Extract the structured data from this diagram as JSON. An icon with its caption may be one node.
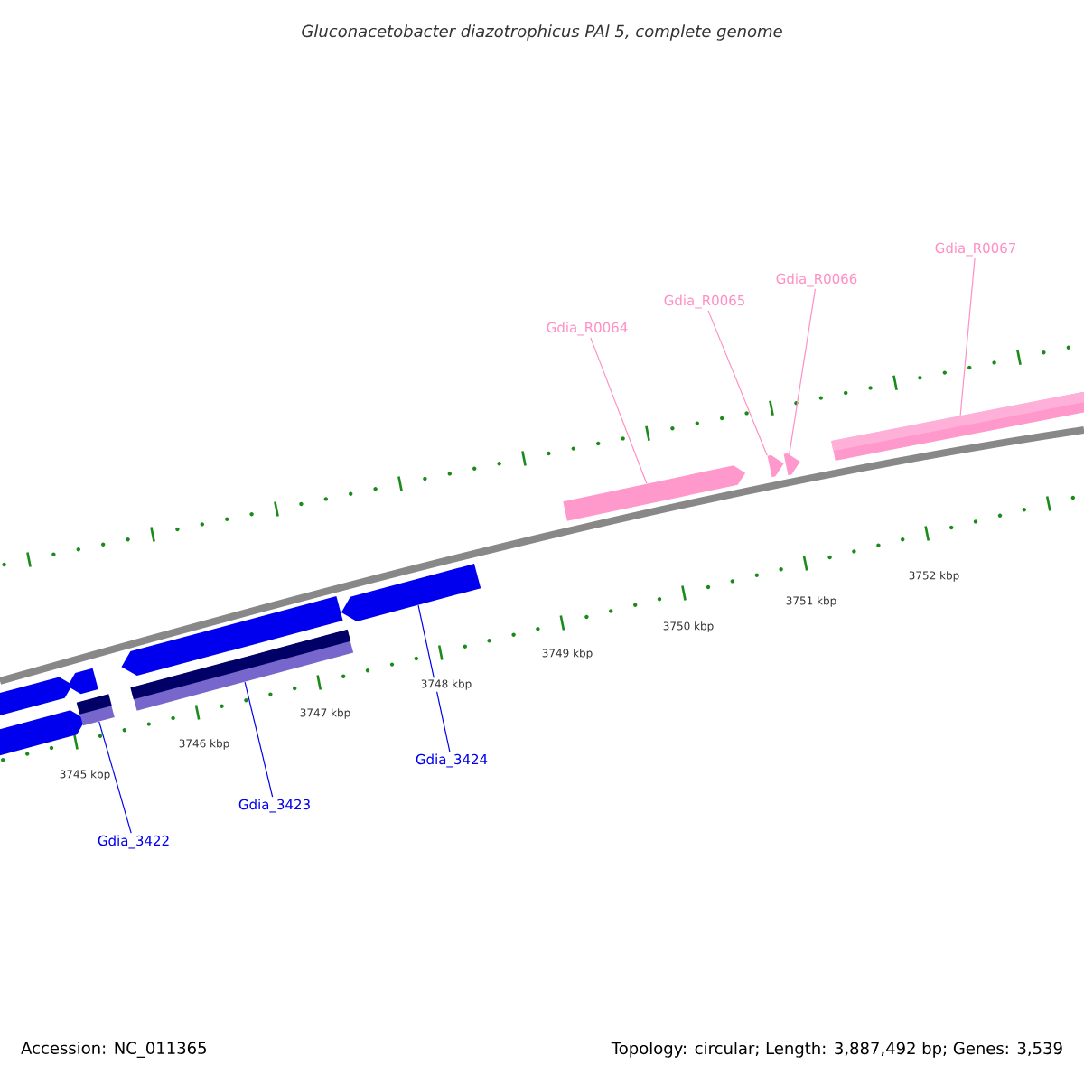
{
  "diagram": {
    "title": "Gluconacetobacter diazotrophicus PAl 5, complete genome",
    "nodes": [
      {
        "text": [
          "Gdia_R0064"
        ]
      },
      {
        "text": [
          "Gdia_R0065"
        ]
      },
      {
        "text": [
          "Gdia_R0066"
        ]
      },
      {
        "text": [
          "Gdia_R0067"
        ]
      },
      {
        "text": [],
        "shape": "arrow"
      },
      {
        "text": [],
        "shape": "arrow"
      },
      {
        "text": [],
        "shape": "arrow"
      },
      {
        "text": [],
        "shape": "bar"
      },
      {
        "text": [
          "Gdia_3422"
        ]
      },
      {
        "text": [
          "Gdia_3423"
        ]
      },
      {
        "text": [
          "Gdia_3424"
        ]
      },
      {
        "text": [],
        "shape": "bar"
      },
      {
        "text": [],
        "shape": "bar"
      },
      {
        "text": [],
        "shape": "arrow"
      }
    ],
    "edges": [
      {
        "from": 0,
        "to": 4,
        "arrow": "none"
      },
      {
        "from": 1,
        "to": 5,
        "arrow": "none"
      },
      {
        "from": 2,
        "to": 6,
        "arrow": "none"
      },
      {
        "from": 3,
        "to": 7,
        "arrow": "none"
      },
      {
        "from": 8,
        "to": 11,
        "arrow": "none",
        "color": "#0000ee"
      },
      {
        "from": 9,
        "to": 12,
        "arrow": "none",
        "color": "#0000ee"
      },
      {
        "from": 10,
        "to": 13,
        "arrow": "none",
        "color": "#0000ee"
      }
    ],
    "labels": [
      "3745 kbp",
      "3746 kbp",
      "3747 kbp",
      "3748 kbp",
      "3749 kbp",
      "3750 kbp",
      "3751 kbp",
      "3752 kbp",
      "Accession: NC_011365",
      "Topology: circular; Length: 3,887,492 bp; Genes: 3,539"
    ]
  }
}
